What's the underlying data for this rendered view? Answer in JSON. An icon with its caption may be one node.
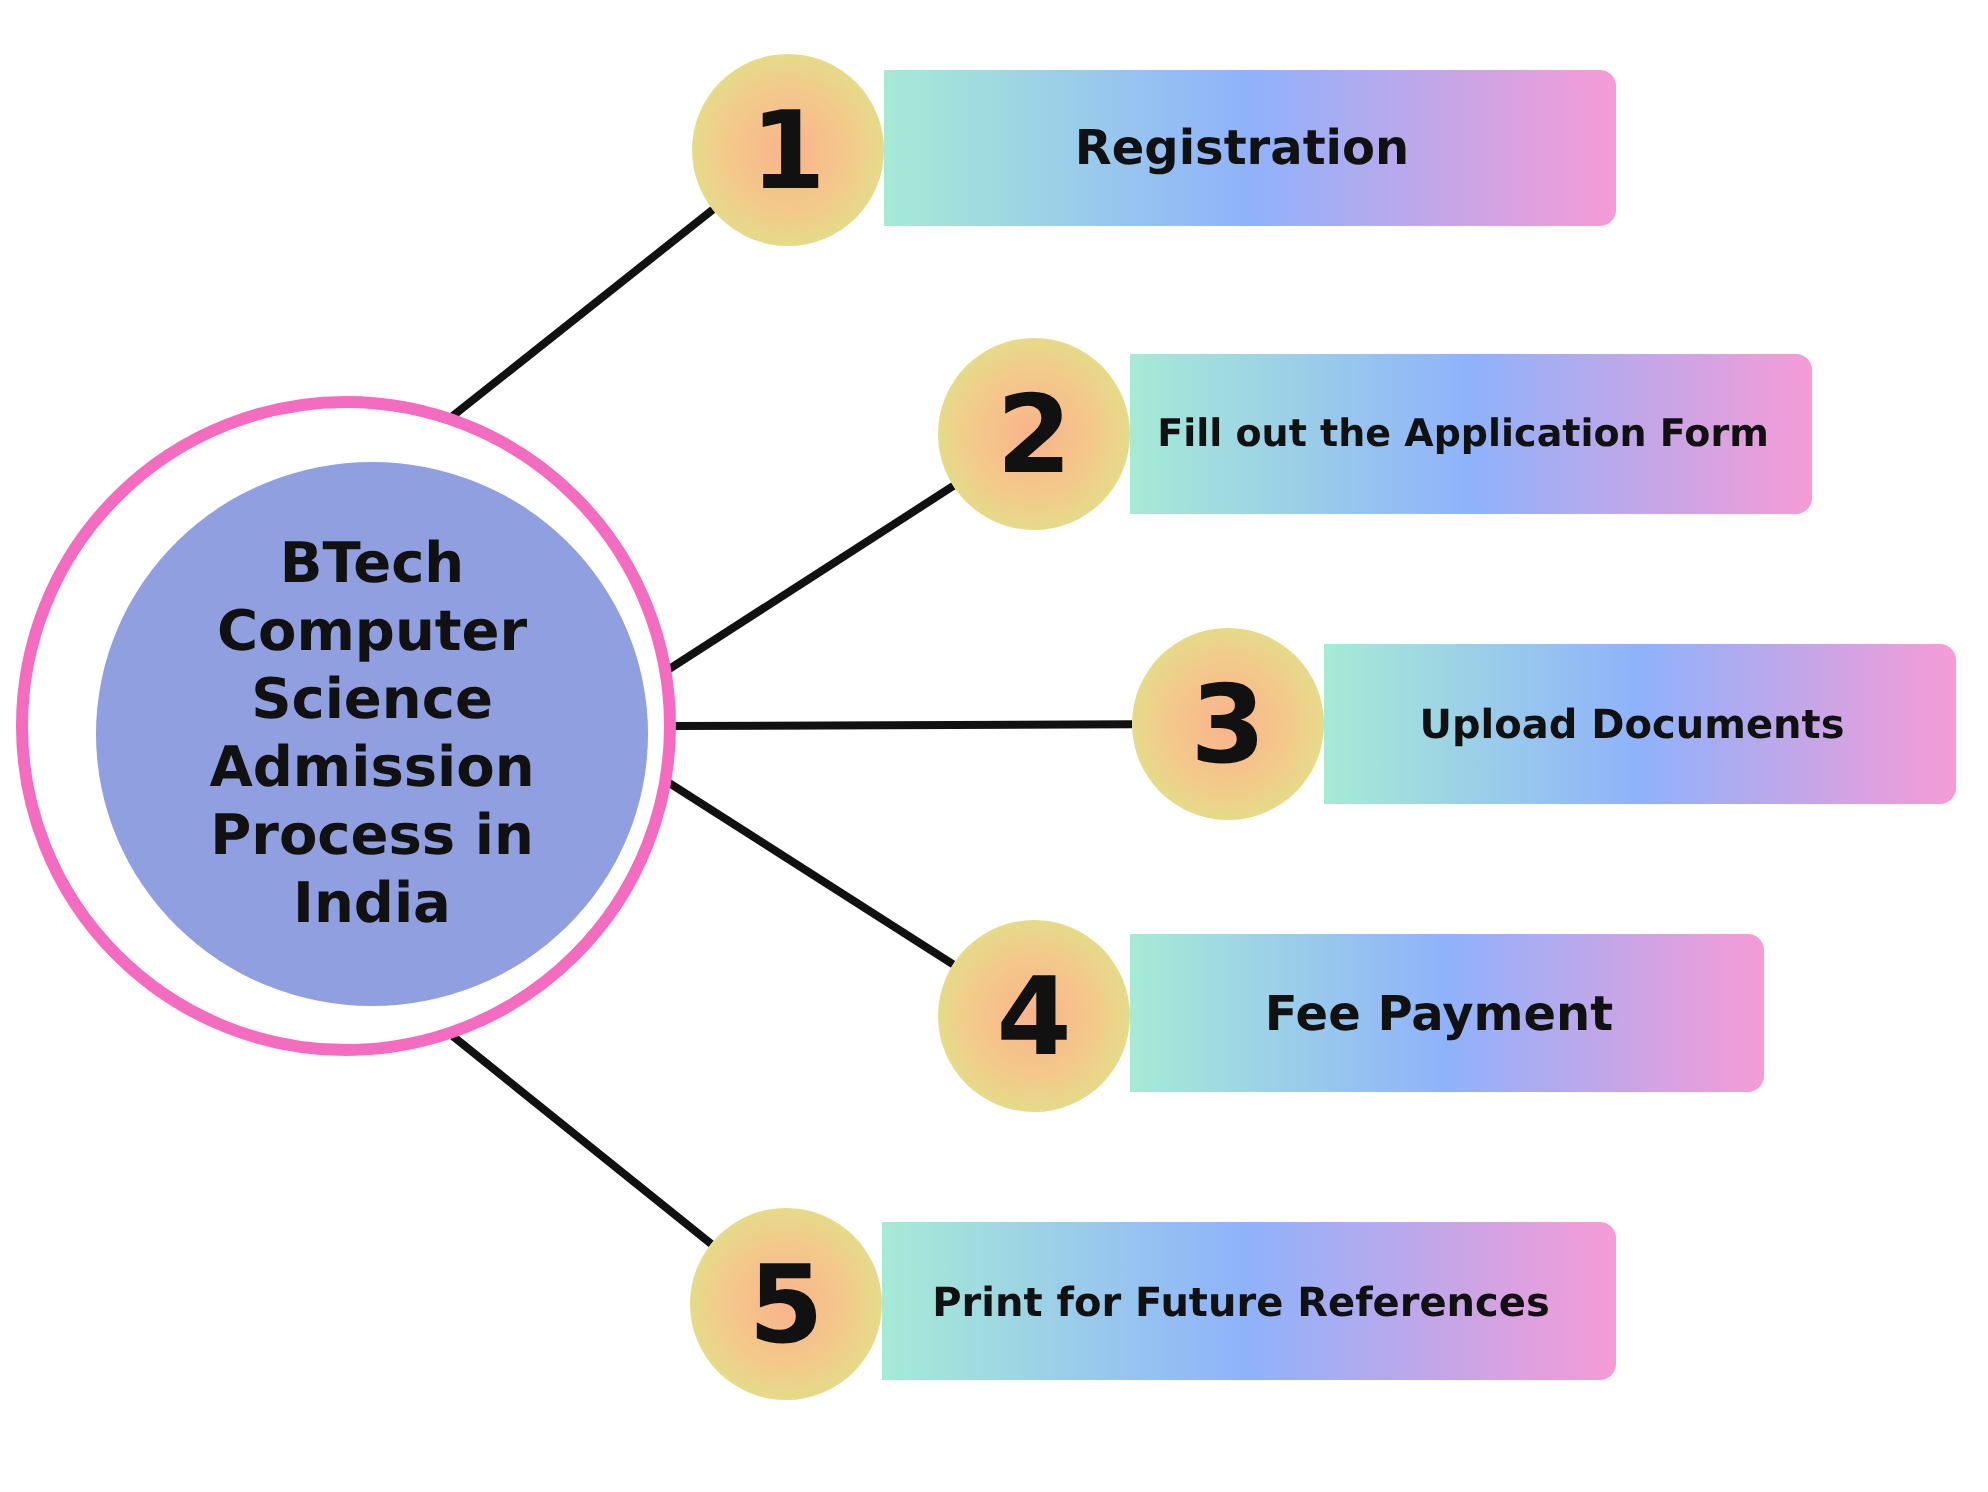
{
  "diagram": {
    "nodes": [
      {
        "text": [],
        "shape": "circle"
      },
      {
        "text": [
          "BTech Computer Science Admission Process in India"
        ],
        "in": 0
      },
      {
        "text": [
          "1"
        ]
      },
      {
        "text": [
          "Registration"
        ]
      },
      {
        "text": [
          "2"
        ]
      },
      {
        "text": [
          "Fill out the Application Form"
        ]
      },
      {
        "text": [
          "3"
        ]
      },
      {
        "text": [
          "Upload Documents"
        ]
      },
      {
        "text": [
          "4"
        ]
      },
      {
        "text": [
          "Fee Payment"
        ]
      },
      {
        "text": [
          "5"
        ]
      },
      {
        "text": [
          "Print for Future References"
        ]
      }
    ],
    "edges": [
      {
        "from": 0,
        "to": 2,
        "arrow": "none"
      },
      {
        "from": 0,
        "to": 4,
        "arrow": "none"
      },
      {
        "from": 0,
        "to": 6,
        "arrow": "none"
      },
      {
        "from": 0,
        "to": 8,
        "arrow": "none"
      },
      {
        "from": 0,
        "to": 10,
        "arrow": "none"
      }
    ]
  }
}
